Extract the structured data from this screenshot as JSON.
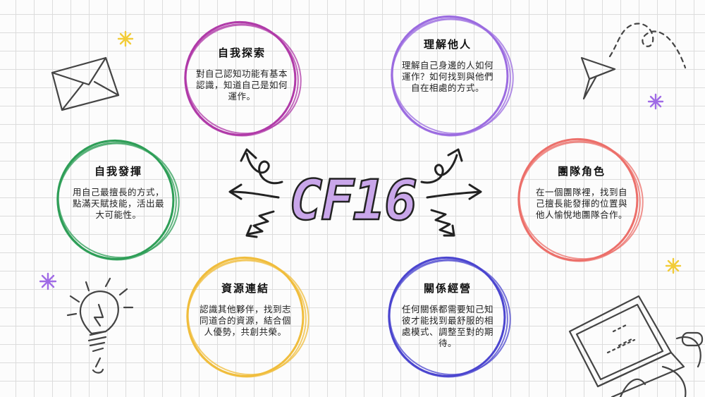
{
  "center": {
    "title": "CF16"
  },
  "nodes": [
    {
      "id": "self-explore",
      "title": "自我探索",
      "body": "對自己認知功能有基本認識，知道自己是如何運作。",
      "color": "#b03aa8"
    },
    {
      "id": "understand-others",
      "title": "理解他人",
      "body": "理解自己身邊的人如何運作？如何找到與他們自在相處的方式。",
      "color": "#9b6be0"
    },
    {
      "id": "team-role",
      "title": "團隊角色",
      "body": "在一個團隊裡，找到自己擅長能發揮的位置與他人愉悅地團隊合作。",
      "color": "#ec6f6a"
    },
    {
      "id": "relationship",
      "title": "關係經營",
      "body": "任何關係都需要知己知彼才能找到最舒服的相處模式、調整至對的期待。",
      "color": "#4b45cf"
    },
    {
      "id": "resources",
      "title": "資源連結",
      "body": "認識其他夥伴，找到志同道合的資源，結合個人優勢，共創共榮。",
      "color": "#f0bd3c"
    },
    {
      "id": "self-develop",
      "title": "自我發揮",
      "body": "用自己最擅長的方式，點滿天賦技能，活出最大可能性。",
      "color": "#2e9e57"
    }
  ]
}
